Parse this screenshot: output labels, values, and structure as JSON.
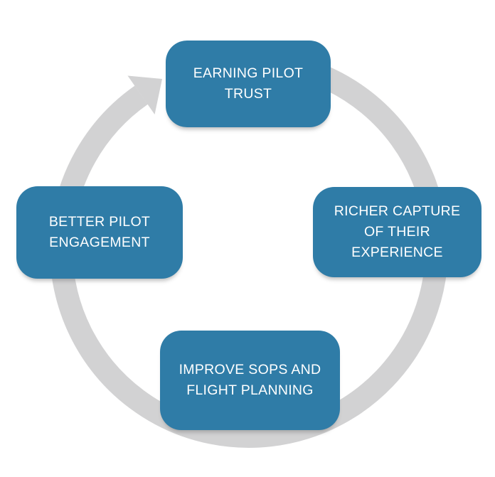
{
  "diagram": {
    "type": "cycle",
    "flow_direction": "clockwise",
    "nodes": [
      {
        "position": "top",
        "label": "EARNING PILOT\nTRUST"
      },
      {
        "position": "right",
        "label": "RICHER CAPTURE\nOF THEIR\nEXPERIENCE"
      },
      {
        "position": "bottom",
        "label": "IMPROVE SOPS AND\nFLIGHT PLANNING"
      },
      {
        "position": "left",
        "label": "BETTER PILOT\nENGAGEMENT"
      }
    ],
    "colors": {
      "node_fill": "#2f7ca7",
      "node_text": "#ffffff",
      "ring": "#d2d2d3",
      "background": "#ffffff"
    }
  }
}
